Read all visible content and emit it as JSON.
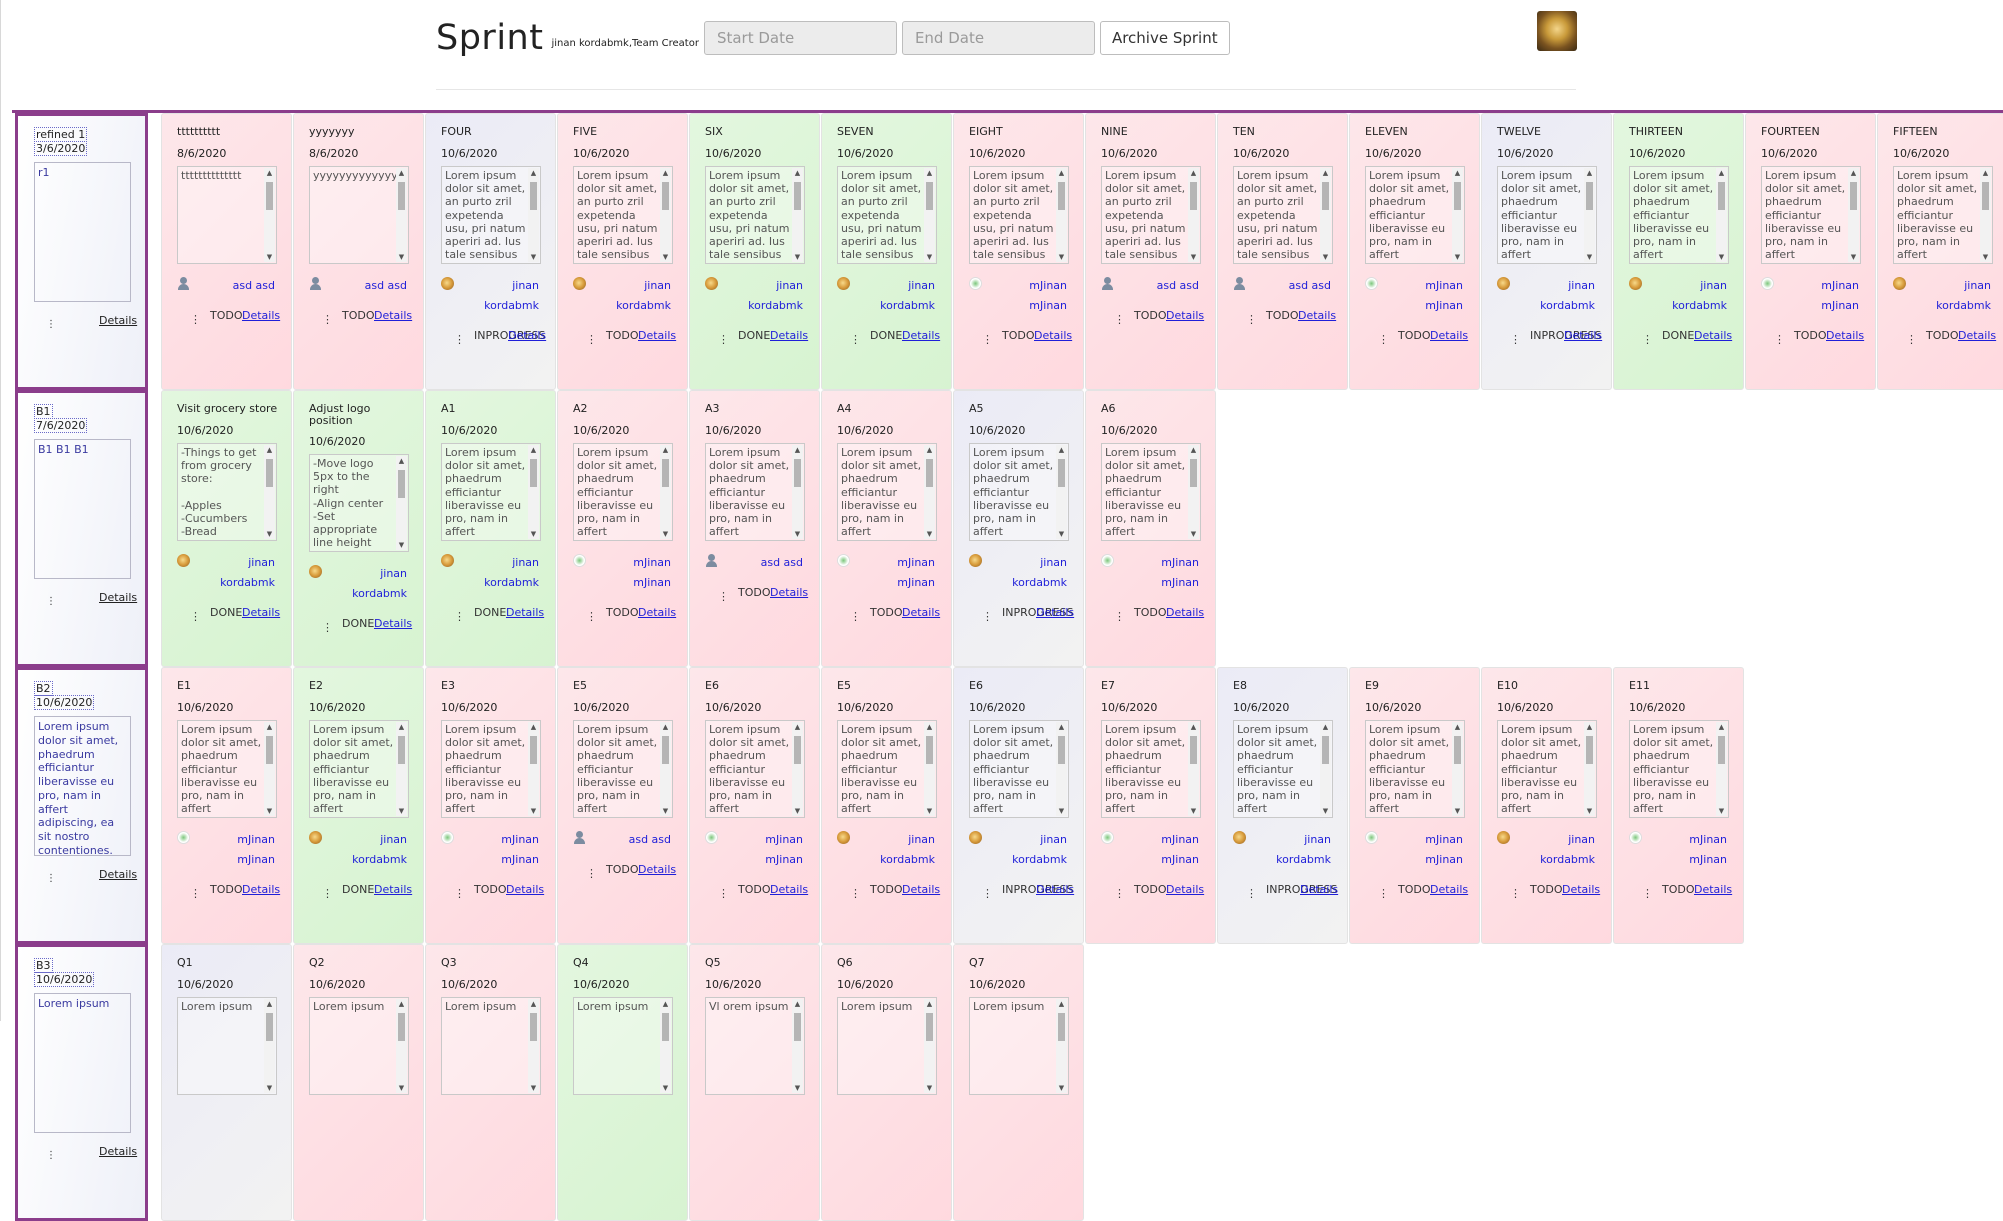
{
  "header": {
    "title": "Sprint",
    "owner": "jinan kordabmk,Team Creator",
    "start_placeholder": "Start Date",
    "end_placeholder": "End Date",
    "archive_label": "Archive Sprint"
  },
  "lorem": "Lorem ipsum dolor sit amet, an purto zril expetenda usu, pri natum aperiri ad. Ius tale sensibus efficiendi in, te facete fastidii",
  "lorem2": "Lorem ipsum dolor sit amet, phaedrum efficiantur liberavisse eu pro, nam in affert adipiscing, ea sit nostro contentiones. Eu diceret",
  "rows": [
    {
      "name": "refined 1",
      "date": "3/6/2020",
      "desc": "r1",
      "details": "Details",
      "cards": [
        {
          "title": "tttttttttt",
          "date": "8/6/2020",
          "desc": "tttttttttttttt",
          "color": "red",
          "avatar": "user",
          "user": [
            "asd asd"
          ],
          "status": "TODO",
          "details": "Details"
        },
        {
          "title": "yyyyyyy",
          "date": "8/6/2020",
          "desc": "yyyyyyyyyyyyy",
          "color": "red",
          "avatar": "user",
          "user": [
            "asd asd"
          ],
          "status": "TODO",
          "details": "Details"
        },
        {
          "title": "FOUR",
          "date": "10/6/2020",
          "desc": "lorem",
          "color": "gray",
          "avatar": "img",
          "user": [
            "jinan",
            "kordabmk"
          ],
          "status": "INPROGRESS",
          "details": "Details"
        },
        {
          "title": "FIVE",
          "date": "10/6/2020",
          "desc": "lorem",
          "color": "red",
          "avatar": "img",
          "user": [
            "jinan",
            "kordabmk"
          ],
          "status": "TODO",
          "details": "Details"
        },
        {
          "title": "SIX",
          "date": "10/6/2020",
          "desc": "lorem",
          "color": "green",
          "avatar": "img",
          "user": [
            "jinan",
            "kordabmk"
          ],
          "status": "DONE",
          "details": "Details"
        },
        {
          "title": "SEVEN",
          "date": "10/6/2020",
          "desc": "lorem",
          "color": "green",
          "avatar": "img",
          "user": [
            "jinan",
            "kordabmk"
          ],
          "status": "DONE",
          "details": "Details"
        },
        {
          "title": "EIGHT",
          "date": "10/6/2020",
          "desc": "lorem",
          "color": "red",
          "avatar": "green",
          "user": [
            "mJinan",
            "mJinan"
          ],
          "status": "TODO",
          "details": "Details"
        },
        {
          "title": "NINE",
          "date": "10/6/2020",
          "desc": "lorem",
          "color": "red",
          "avatar": "user",
          "user": [
            "asd asd"
          ],
          "status": "TODO",
          "details": "Details"
        },
        {
          "title": "TEN",
          "date": "10/6/2020",
          "desc": "lorem",
          "color": "red",
          "avatar": "user",
          "user": [
            "asd asd"
          ],
          "status": "TODO",
          "details": "Details"
        },
        {
          "title": "ELEVEN",
          "date": "10/6/2020",
          "desc": "lorem2",
          "color": "red",
          "avatar": "green",
          "user": [
            "mJinan",
            "mJinan"
          ],
          "status": "TODO",
          "details": "Details"
        },
        {
          "title": "TWELVE",
          "date": "10/6/2020",
          "desc": "lorem2",
          "color": "gray",
          "avatar": "img",
          "user": [
            "jinan",
            "kordabmk"
          ],
          "status": "INPROGRESS",
          "details": "Details"
        },
        {
          "title": "THIRTEEN",
          "date": "10/6/2020",
          "desc": "lorem2",
          "color": "green",
          "avatar": "img",
          "user": [
            "jinan",
            "kordabmk"
          ],
          "status": "DONE",
          "details": "Details"
        },
        {
          "title": "FOURTEEN",
          "date": "10/6/2020",
          "desc": "lorem2",
          "color": "red",
          "avatar": "green",
          "user": [
            "mJinan",
            "mJinan"
          ],
          "status": "TODO",
          "details": "Details"
        },
        {
          "title": "FIFTEEN",
          "date": "10/6/2020",
          "desc": "lorem2",
          "color": "red",
          "avatar": "img",
          "user": [
            "jinan",
            "kordabmk"
          ],
          "status": "TODO",
          "details": "Details"
        }
      ]
    },
    {
      "name": "B1",
      "date": "7/6/2020",
      "desc": "B1 B1 B1",
      "details": "Details",
      "cards": [
        {
          "title": "Visit grocery store",
          "date": "10/6/2020",
          "desc": "-Things to get from grocery store:\n\n-Apples\n-Cucumbers\n-Bread\n-Milk\n-Water",
          "color": "green",
          "avatar": "img",
          "user": [
            "jinan",
            "kordabmk"
          ],
          "status": "DONE",
          "details": "Details"
        },
        {
          "title": "Adjust logo position",
          "date": "10/6/2020",
          "desc": "-Move logo 5px to the right\n-Align center\n-Set appropriate line height",
          "color": "green",
          "avatar": "img",
          "user": [
            "jinan",
            "kordabmk"
          ],
          "status": "DONE",
          "details": "Details",
          "twoline": true
        },
        {
          "title": "A1",
          "date": "10/6/2020",
          "desc": "lorem2",
          "color": "green",
          "avatar": "img",
          "user": [
            "jinan",
            "kordabmk"
          ],
          "status": "DONE",
          "details": "Details"
        },
        {
          "title": "A2",
          "date": "10/6/2020",
          "desc": "lorem2",
          "color": "red",
          "avatar": "green",
          "user": [
            "mJinan",
            "mJinan"
          ],
          "status": "TODO",
          "details": "Details"
        },
        {
          "title": "A3",
          "date": "10/6/2020",
          "desc": "lorem2",
          "color": "red",
          "avatar": "user",
          "user": [
            "asd asd"
          ],
          "status": "TODO",
          "details": "Details"
        },
        {
          "title": "A4",
          "date": "10/6/2020",
          "desc": "lorem2",
          "color": "red",
          "avatar": "green",
          "user": [
            "mJinan",
            "mJinan"
          ],
          "status": "TODO",
          "details": "Details"
        },
        {
          "title": "A5",
          "date": "10/6/2020",
          "desc": "lorem2",
          "color": "gray",
          "avatar": "img",
          "user": [
            "jinan",
            "kordabmk"
          ],
          "status": "INPROGRESS",
          "details": "Details"
        },
        {
          "title": "A6",
          "date": "10/6/2020",
          "desc": "lorem2",
          "color": "red",
          "avatar": "green",
          "user": [
            "mJinan",
            "mJinan"
          ],
          "status": "TODO",
          "details": "Details"
        }
      ]
    },
    {
      "name": "B2",
      "date": "10/6/2020",
      "desc": "lorem2",
      "details": "Details",
      "cards": [
        {
          "title": "E1",
          "date": "10/6/2020",
          "desc": "lorem2",
          "color": "red",
          "avatar": "green",
          "user": [
            "mJinan",
            "mJinan"
          ],
          "status": "TODO",
          "details": "Details"
        },
        {
          "title": "E2",
          "date": "10/6/2020",
          "desc": "lorem2",
          "color": "green",
          "avatar": "img",
          "user": [
            "jinan",
            "kordabmk"
          ],
          "status": "DONE",
          "details": "Details"
        },
        {
          "title": "E3",
          "date": "10/6/2020",
          "desc": "lorem2",
          "color": "red",
          "avatar": "green",
          "user": [
            "mJinan",
            "mJinan"
          ],
          "status": "TODO",
          "details": "Details"
        },
        {
          "title": "E5",
          "date": "10/6/2020",
          "desc": "lorem2",
          "color": "red",
          "avatar": "user",
          "user": [
            "asd asd"
          ],
          "status": "TODO",
          "details": "Details"
        },
        {
          "title": "E6",
          "date": "10/6/2020",
          "desc": "lorem2",
          "color": "red",
          "avatar": "green",
          "user": [
            "mJinan",
            "mJinan"
          ],
          "status": "TODO",
          "details": "Details"
        },
        {
          "title": "E5",
          "date": "10/6/2020",
          "desc": "lorem2",
          "color": "red",
          "avatar": "img",
          "user": [
            "jinan",
            "kordabmk"
          ],
          "status": "TODO",
          "details": "Details"
        },
        {
          "title": "E6",
          "date": "10/6/2020",
          "desc": "lorem2",
          "color": "gray",
          "avatar": "img",
          "user": [
            "jinan",
            "kordabmk"
          ],
          "status": "INPROGRESS",
          "details": "Details"
        },
        {
          "title": "E7",
          "date": "10/6/2020",
          "desc": "lorem2",
          "color": "red",
          "avatar": "green",
          "user": [
            "mJinan",
            "mJinan"
          ],
          "status": "TODO",
          "details": "Details"
        },
        {
          "title": "E8",
          "date": "10/6/2020",
          "desc": "lorem2",
          "color": "gray",
          "avatar": "img",
          "user": [
            "jinan",
            "kordabmk"
          ],
          "status": "INPROGRESS",
          "details": "Details"
        },
        {
          "title": "E9",
          "date": "10/6/2020",
          "desc": "lorem2",
          "color": "red",
          "avatar": "green",
          "user": [
            "mJinan",
            "mJinan"
          ],
          "status": "TODO",
          "details": "Details"
        },
        {
          "title": "E10",
          "date": "10/6/2020",
          "desc": "lorem2",
          "color": "red",
          "avatar": "img",
          "user": [
            "jinan",
            "kordabmk"
          ],
          "status": "TODO",
          "details": "Details"
        },
        {
          "title": "E11",
          "date": "10/6/2020",
          "desc": "lorem2",
          "color": "red",
          "avatar": "green",
          "user": [
            "mJinan",
            "mJinan"
          ],
          "status": "TODO",
          "details": "Details"
        }
      ]
    },
    {
      "name": "B3",
      "date": "10/6/2020",
      "desc": "Lorem ipsum",
      "details": "Details",
      "cards": [
        {
          "title": "Q1",
          "date": "10/6/2020",
          "desc": "Lorem ipsum",
          "color": "gray"
        },
        {
          "title": "Q2",
          "date": "10/6/2020",
          "desc": "Lorem ipsum",
          "color": "red"
        },
        {
          "title": "Q3",
          "date": "10/6/2020",
          "desc": "Lorem ipsum",
          "color": "red"
        },
        {
          "title": "Q4",
          "date": "10/6/2020",
          "desc": "Lorem ipsum",
          "color": "green"
        },
        {
          "title": "Q5",
          "date": "10/6/2020",
          "desc": "Vl orem ipsum",
          "color": "red"
        },
        {
          "title": "Q6",
          "date": "10/6/2020",
          "desc": "Lorem ipsum",
          "color": "red"
        },
        {
          "title": "Q7",
          "date": "10/6/2020",
          "desc": "Lorem ipsum",
          "color": "red"
        }
      ]
    }
  ],
  "colors": {
    "accent": "#8b3d8b",
    "link": "#1f1fd9",
    "red": "#ffd9df",
    "green": "#d7f3d1",
    "gray": "#ebebf6"
  },
  "icons": {
    "avatar": "user-avatar-icon",
    "menu": "kebab-menu-icon",
    "scroll_up": "scroll-up-icon",
    "scroll_down": "scroll-down-icon"
  }
}
